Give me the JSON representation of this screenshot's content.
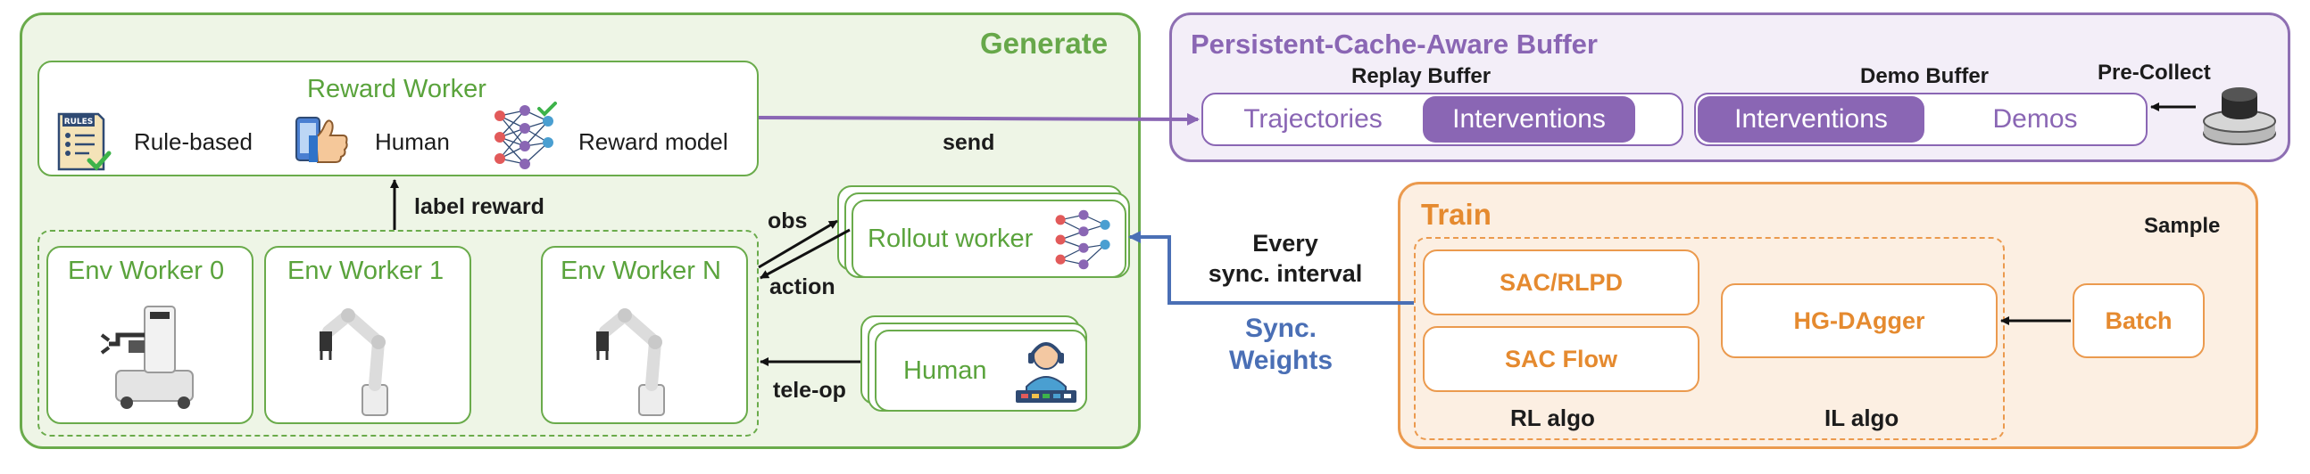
{
  "generate": {
    "title": "Generate",
    "reward_worker": {
      "title": "Reward Worker",
      "items": [
        {
          "label": "Rule-based",
          "icon": "rules-checklist-icon",
          "icon_text": "RULES"
        },
        {
          "label": "Human",
          "icon": "thumbs-up-phone-icon"
        },
        {
          "label": "Reward model",
          "icon": "neural-network-icon"
        }
      ]
    },
    "label_reward": "label reward",
    "send": "send",
    "env_workers": [
      "Env Worker 0",
      "Env Worker 1",
      "Env Worker N"
    ],
    "rollout_worker": "Rollout worker",
    "human": "Human",
    "obs": "obs",
    "action": "action",
    "tele_op": "tele-op"
  },
  "buffer": {
    "title": "Persistent-Cache-Aware Buffer",
    "replay_buffer": {
      "title": "Replay Buffer",
      "items": [
        "Trajectories",
        "Interventions"
      ]
    },
    "demo_buffer": {
      "title": "Demo Buffer",
      "items": [
        "Interventions",
        "Demos"
      ]
    },
    "pre_collect": "Pre-Collect"
  },
  "sync": {
    "every_line1": "Every",
    "every_line2": "sync. interval",
    "weights_line1": "Sync.",
    "weights_line2": "Weights"
  },
  "train": {
    "title": "Train",
    "sample": "Sample",
    "rl_algos": [
      "SAC/RLPD",
      "SAC Flow"
    ],
    "rl_label": "RL algo",
    "il_algo": "HG-DAgger",
    "il_label": "IL algo",
    "batch": "Batch"
  },
  "colors": {
    "generate": "#6aab4b",
    "buffer": "#8a66b4",
    "train": "#eb9a4e",
    "sync_weights": "#4a6fb5"
  }
}
